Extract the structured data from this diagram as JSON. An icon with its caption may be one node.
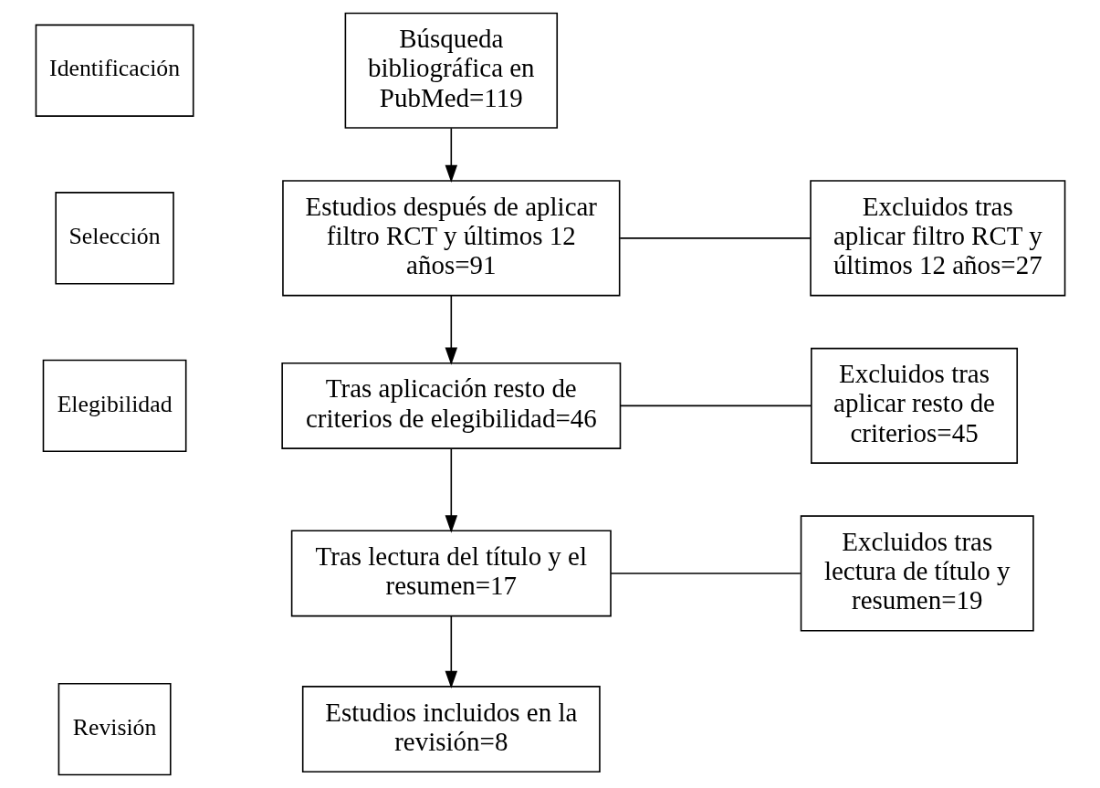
{
  "diagram": {
    "nodes": [
      {
        "text": [
          "Identificación"
        ]
      },
      {
        "text": [
          "Búsqueda bibliográfica en PubMed=119"
        ]
      },
      {
        "text": [
          "Selección"
        ]
      },
      {
        "text": [
          "Estudios después de aplicar filtro RCT y últimos 12 años=91"
        ]
      },
      {
        "text": [
          "Excluidos tras aplicar filtro RCT y últimos 12 años=27"
        ]
      },
      {
        "text": [
          "Elegibilidad"
        ]
      },
      {
        "text": [
          "Tras aplicación resto de criterios de elegibilidad=46"
        ]
      },
      {
        "text": [
          "Excluidos tras aplicar resto de criterios=45"
        ]
      },
      {
        "text": [
          "Tras lectura del título y el resumen=17"
        ]
      },
      {
        "text": [
          "Excluidos tras lectura de título y resumen=19"
        ]
      },
      {
        "text": [
          "Revisión"
        ]
      },
      {
        "text": [
          "Estudios incluidos en la revisión=8"
        ]
      }
    ],
    "edges": [
      {
        "from": 1,
        "to": 3,
        "arrow": "to"
      },
      {
        "from": 3,
        "to": 4,
        "arrow": "none"
      },
      {
        "from": 3,
        "to": 6,
        "arrow": "to"
      },
      {
        "from": 6,
        "to": 7,
        "arrow": "none"
      },
      {
        "from": 6,
        "to": 8,
        "arrow": "to"
      },
      {
        "from": 8,
        "to": 9,
        "arrow": "none"
      },
      {
        "from": 8,
        "to": 11,
        "arrow": "to"
      }
    ]
  }
}
